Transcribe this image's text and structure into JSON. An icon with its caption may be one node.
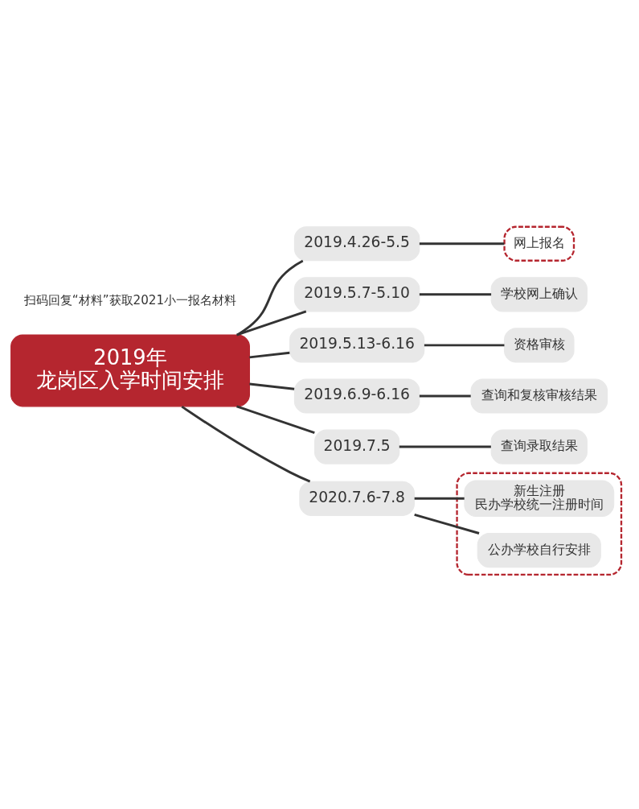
{
  "diagram": {
    "nodes": [
      {
        "text": [
          "2019年",
          "龙岗区入学时间安排"
        ]
      },
      {
        "text": [
          "2019.4.26-5.5"
        ]
      },
      {
        "text": [
          "网上报名"
        ]
      },
      {
        "text": [
          "2019.5.7-5.10"
        ]
      },
      {
        "text": [
          "学校网上确认"
        ]
      },
      {
        "text": [
          "2019.5.13-6.16"
        ]
      },
      {
        "text": [
          "资格审核"
        ]
      },
      {
        "text": [
          "2019.6.9-6.16"
        ]
      },
      {
        "text": [
          "查询和复核审核结果"
        ]
      },
      {
        "text": [
          "2019.7.5"
        ]
      },
      {
        "text": [
          "查询录取结果"
        ]
      },
      {
        "text": [
          "2020.7.6-7.8"
        ]
      },
      {
        "text": [],
        "shape": "box"
      },
      {
        "text": [
          "新生注册",
          "民办学校统一注册时间"
        ],
        "in": 12
      },
      {
        "text": [
          "公办学校自行安排"
        ],
        "in": 12
      }
    ],
    "edges": [
      {
        "from": 0,
        "to": 1,
        "arrow": "none"
      },
      {
        "from": 1,
        "to": 2,
        "arrow": "none"
      },
      {
        "from": 0,
        "to": 3,
        "arrow": "none"
      },
      {
        "from": 3,
        "to": 4,
        "arrow": "none"
      },
      {
        "from": 0,
        "to": 5,
        "arrow": "none"
      },
      {
        "from": 5,
        "to": 6,
        "arrow": "none"
      },
      {
        "from": 0,
        "to": 7,
        "arrow": "none"
      },
      {
        "from": 7,
        "to": 8,
        "arrow": "none"
      },
      {
        "from": 0,
        "to": 9,
        "arrow": "none"
      },
      {
        "from": 9,
        "to": 10,
        "arrow": "none"
      },
      {
        "from": 0,
        "to": 11,
        "arrow": "none"
      },
      {
        "from": 11,
        "to": 13,
        "arrow": "none"
      },
      {
        "from": 11,
        "to": 14,
        "arrow": "none"
      }
    ],
    "labels": [
      "扫码回复“材料”获取2021小一报名材料"
    ]
  }
}
